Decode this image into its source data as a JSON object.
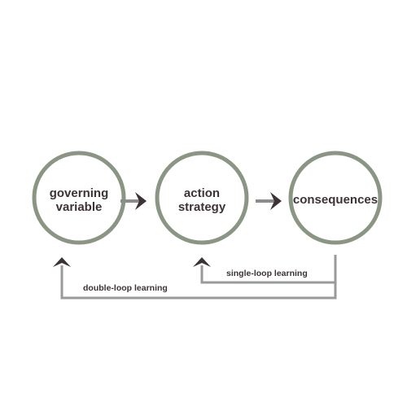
{
  "nodes": {
    "governing": {
      "line1": "governing",
      "line2": "variable"
    },
    "action": {
      "line1": "action",
      "line2": "strategy"
    },
    "consequences": {
      "line1": "consequences"
    }
  },
  "loops": {
    "single": "single-loop learning",
    "double": "double-loop learning"
  },
  "colors": {
    "circle_stroke": "#8a9584",
    "arrow_shaft": "#8c8c8c",
    "arrow_head": "#3d3336",
    "loop_line": "#9a9a9a",
    "text": "#3d3336"
  }
}
